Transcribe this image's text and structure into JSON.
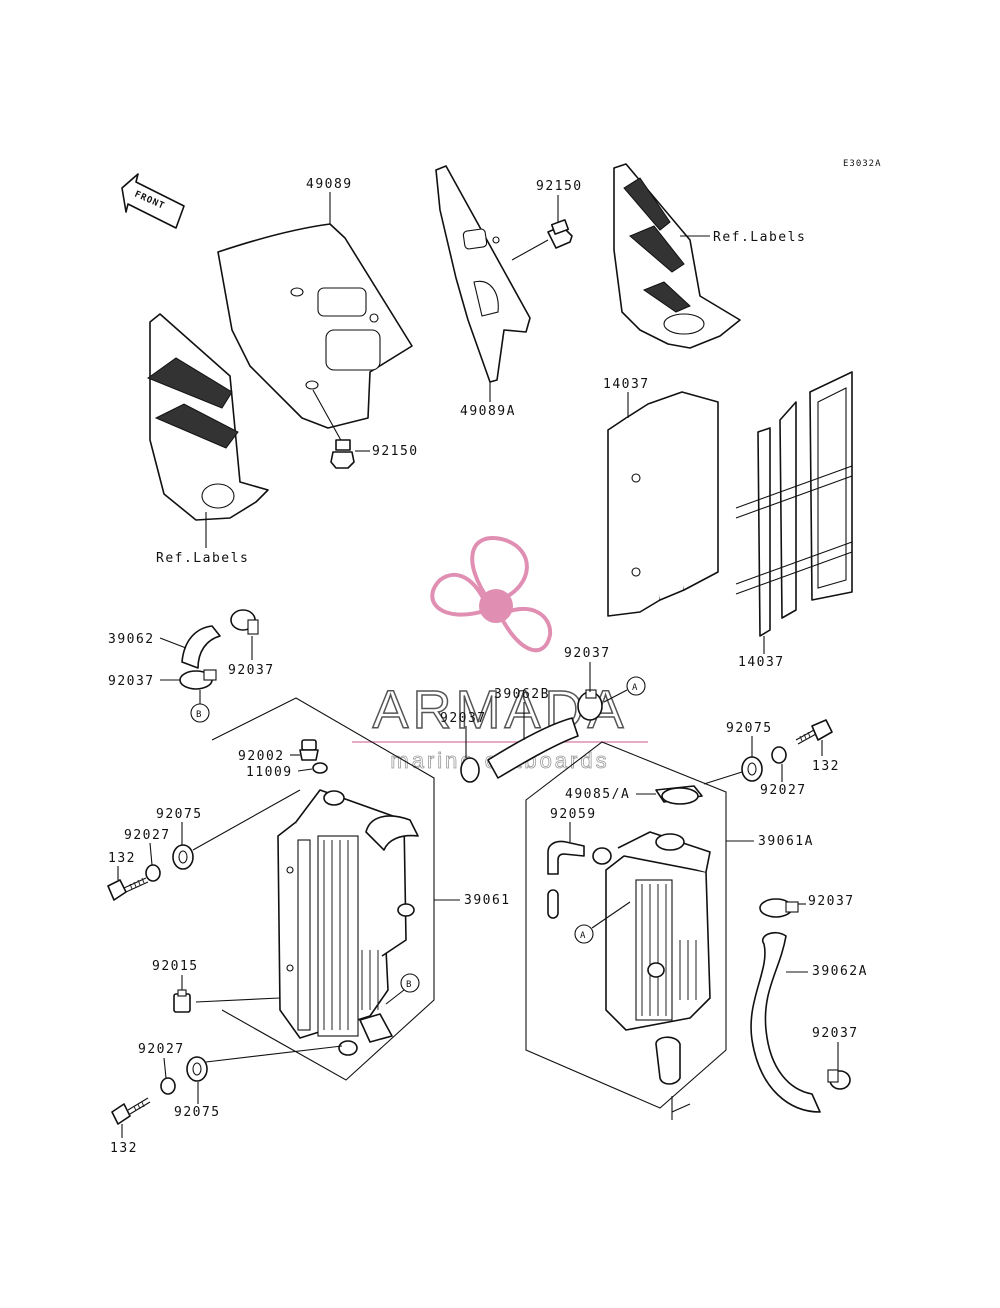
{
  "diagram": {
    "code": "E3032A",
    "front_label": "FRONT",
    "callouts": {
      "p49089": "49089",
      "p49089a": "49089A",
      "p92150_top": "92150",
      "p92150_left": "92150",
      "ref_labels_right": "Ref.Labels",
      "ref_labels_left": "Ref.Labels",
      "p14037_a": "14037",
      "p14037_b": "14037",
      "p39062": "39062",
      "p92037_a": "92037",
      "p92037_b": "92037",
      "p92037_c": "92037",
      "p92037_d": "92037",
      "p92037_e": "92037",
      "p92037_f": "92037",
      "p39062b": "39062B",
      "p92002": "92002",
      "p11009": "11009",
      "p92075_a": "92075",
      "p92075_b": "92075",
      "p92075_c": "92075",
      "p92027_a": "92027",
      "p92027_b": "92027",
      "p92027_c": "92027",
      "p132_a": "132",
      "p132_b": "132",
      "p132_c": "132",
      "p39061": "39061",
      "p39061a": "39061A",
      "p92015": "92015",
      "p49085a": "49085/A",
      "p92059": "92059",
      "p39062a": "39062A",
      "marker_a": "A",
      "marker_b": "B"
    }
  },
  "watermark": {
    "brand": "ARMADA",
    "tagline": "marine outboards",
    "color": "#e08fb3"
  }
}
